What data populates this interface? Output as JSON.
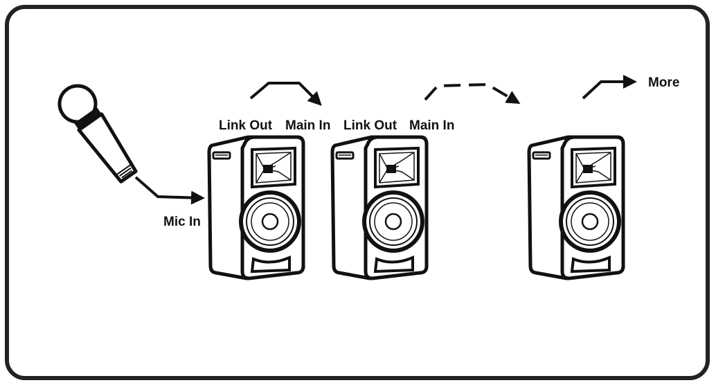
{
  "diagram": {
    "labels": {
      "mic_in": "Mic In",
      "link_out_1": "Link Out",
      "main_in_2": "Main In",
      "link_out_2": "Link Out",
      "main_in_3": "Main In",
      "more": "More"
    },
    "speaker_count": 3,
    "icons": {
      "source": "microphone-icon",
      "unit": "speaker-icon",
      "connection": "arrow-icon"
    }
  }
}
